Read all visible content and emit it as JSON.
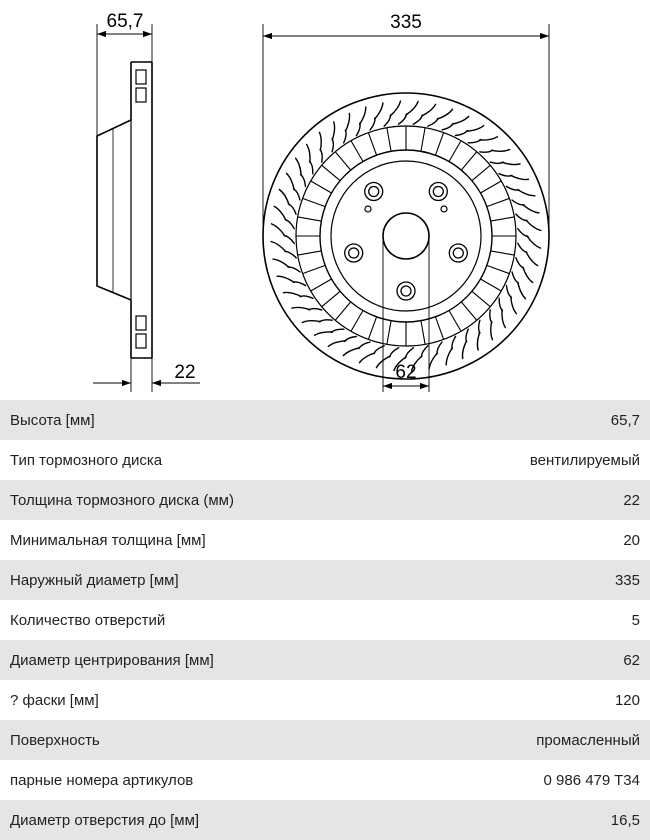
{
  "drawing": {
    "dim_height": "65,7",
    "dim_outer_diameter": "335",
    "dim_thickness": "22",
    "dim_center_bore": "62"
  },
  "specs": [
    {
      "label": "Высота [мм]",
      "value": "65,7"
    },
    {
      "label": "Тип тормозного диска",
      "value": "вентилируемый"
    },
    {
      "label": "Толщина тормозного диска (мм)",
      "value": "22"
    },
    {
      "label": "Минимальная толщина [мм]",
      "value": "20"
    },
    {
      "label": "Наружный диаметр [мм]",
      "value": "335"
    },
    {
      "label": "Количество отверстий",
      "value": "5"
    },
    {
      "label": "Диаметр центрирования [мм]",
      "value": "62"
    },
    {
      "label": "? фаски [мм]",
      "value": "120"
    },
    {
      "label": "Поверхность",
      "value": "промасленный"
    },
    {
      "label": "парные номера артикулов",
      "value": "0 986 479 T34"
    },
    {
      "label": "Диаметр отверстия до [мм]",
      "value": "16,5"
    }
  ]
}
